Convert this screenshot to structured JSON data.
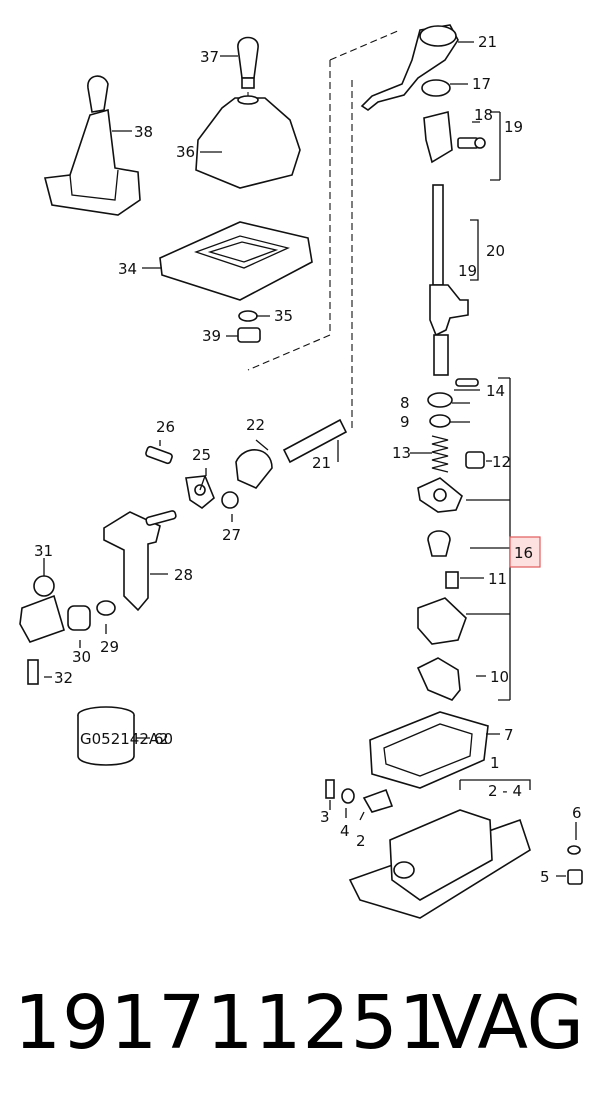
{
  "diagram": {
    "callouts": {
      "c1": "1",
      "c2a": "2",
      "c2_4": "2 - 4",
      "c3": "3",
      "c4": "4",
      "c5": "5",
      "c6": "6",
      "c7": "7",
      "c8": "8",
      "c9": "9",
      "c10": "10",
      "c11": "11",
      "c12": "12",
      "c13": "13",
      "c14": "14",
      "c16": "16",
      "c17": "17",
      "c18": "18",
      "c19a": "19",
      "c19b": "19",
      "c20": "20",
      "c21a": "21",
      "c21b": "21",
      "c22": "22",
      "c25": "25",
      "c26": "26",
      "c27": "27",
      "c28": "28",
      "c29": "29",
      "c30": "30",
      "c31": "31",
      "c32": "32",
      "c34": "34",
      "c35": "35",
      "c36": "36",
      "c37": "37",
      "c38": "38",
      "c39": "39",
      "c60": "60"
    },
    "label_60_print": "G052142A2",
    "highlight_color": "#e05a5a"
  },
  "footer": {
    "part_number": "191711251",
    "brand": "VAG"
  }
}
